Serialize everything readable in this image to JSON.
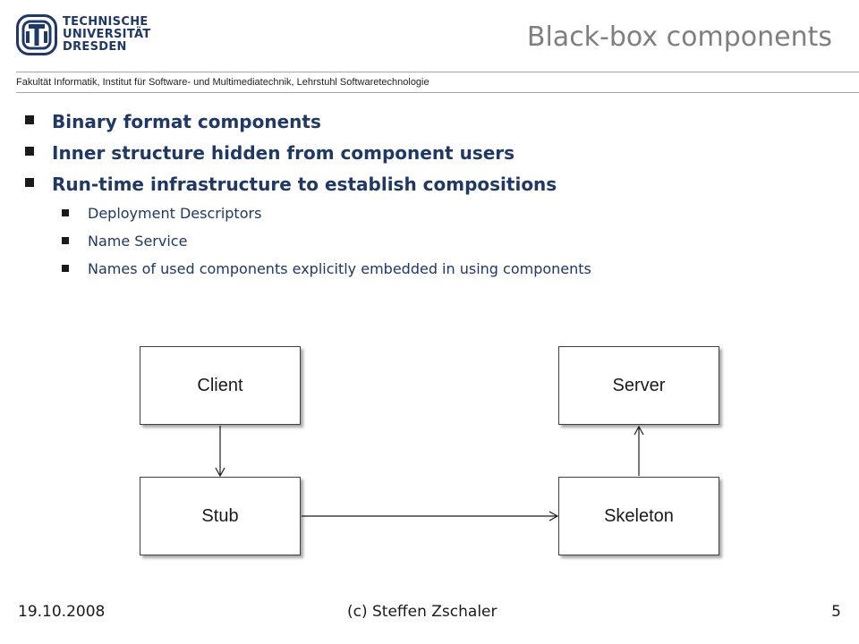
{
  "header": {
    "university_lines": [
      "TECHNISCHE",
      "UNIVERSITÄT",
      "DRESDEN"
    ],
    "title": "Black-box components",
    "faculty": "Fakultät Informatik, Institut für Software- und Multimediatechnik, Lehrstuhl Softwaretechnologie",
    "logo_icon": "tu-dresden-logo-icon",
    "brand_color": "#1f3864"
  },
  "bullets": [
    {
      "level": 1,
      "text": "Binary format components"
    },
    {
      "level": 1,
      "text": "Inner structure hidden from component users"
    },
    {
      "level": 1,
      "text": "Run-time infrastructure to establish compositions"
    },
    {
      "level": 2,
      "text": "Deployment Descriptors"
    },
    {
      "level": 2,
      "text": "Name Service"
    },
    {
      "level": 2,
      "text": "Names of used components explicitly embedded in using components"
    }
  ],
  "diagram": {
    "client": "Client",
    "server": "Server",
    "stub": "Stub",
    "skeleton": "Skeleton"
  },
  "footer": {
    "date": "19.10.2008",
    "author": "(c) Steffen Zschaler",
    "page": "5"
  }
}
